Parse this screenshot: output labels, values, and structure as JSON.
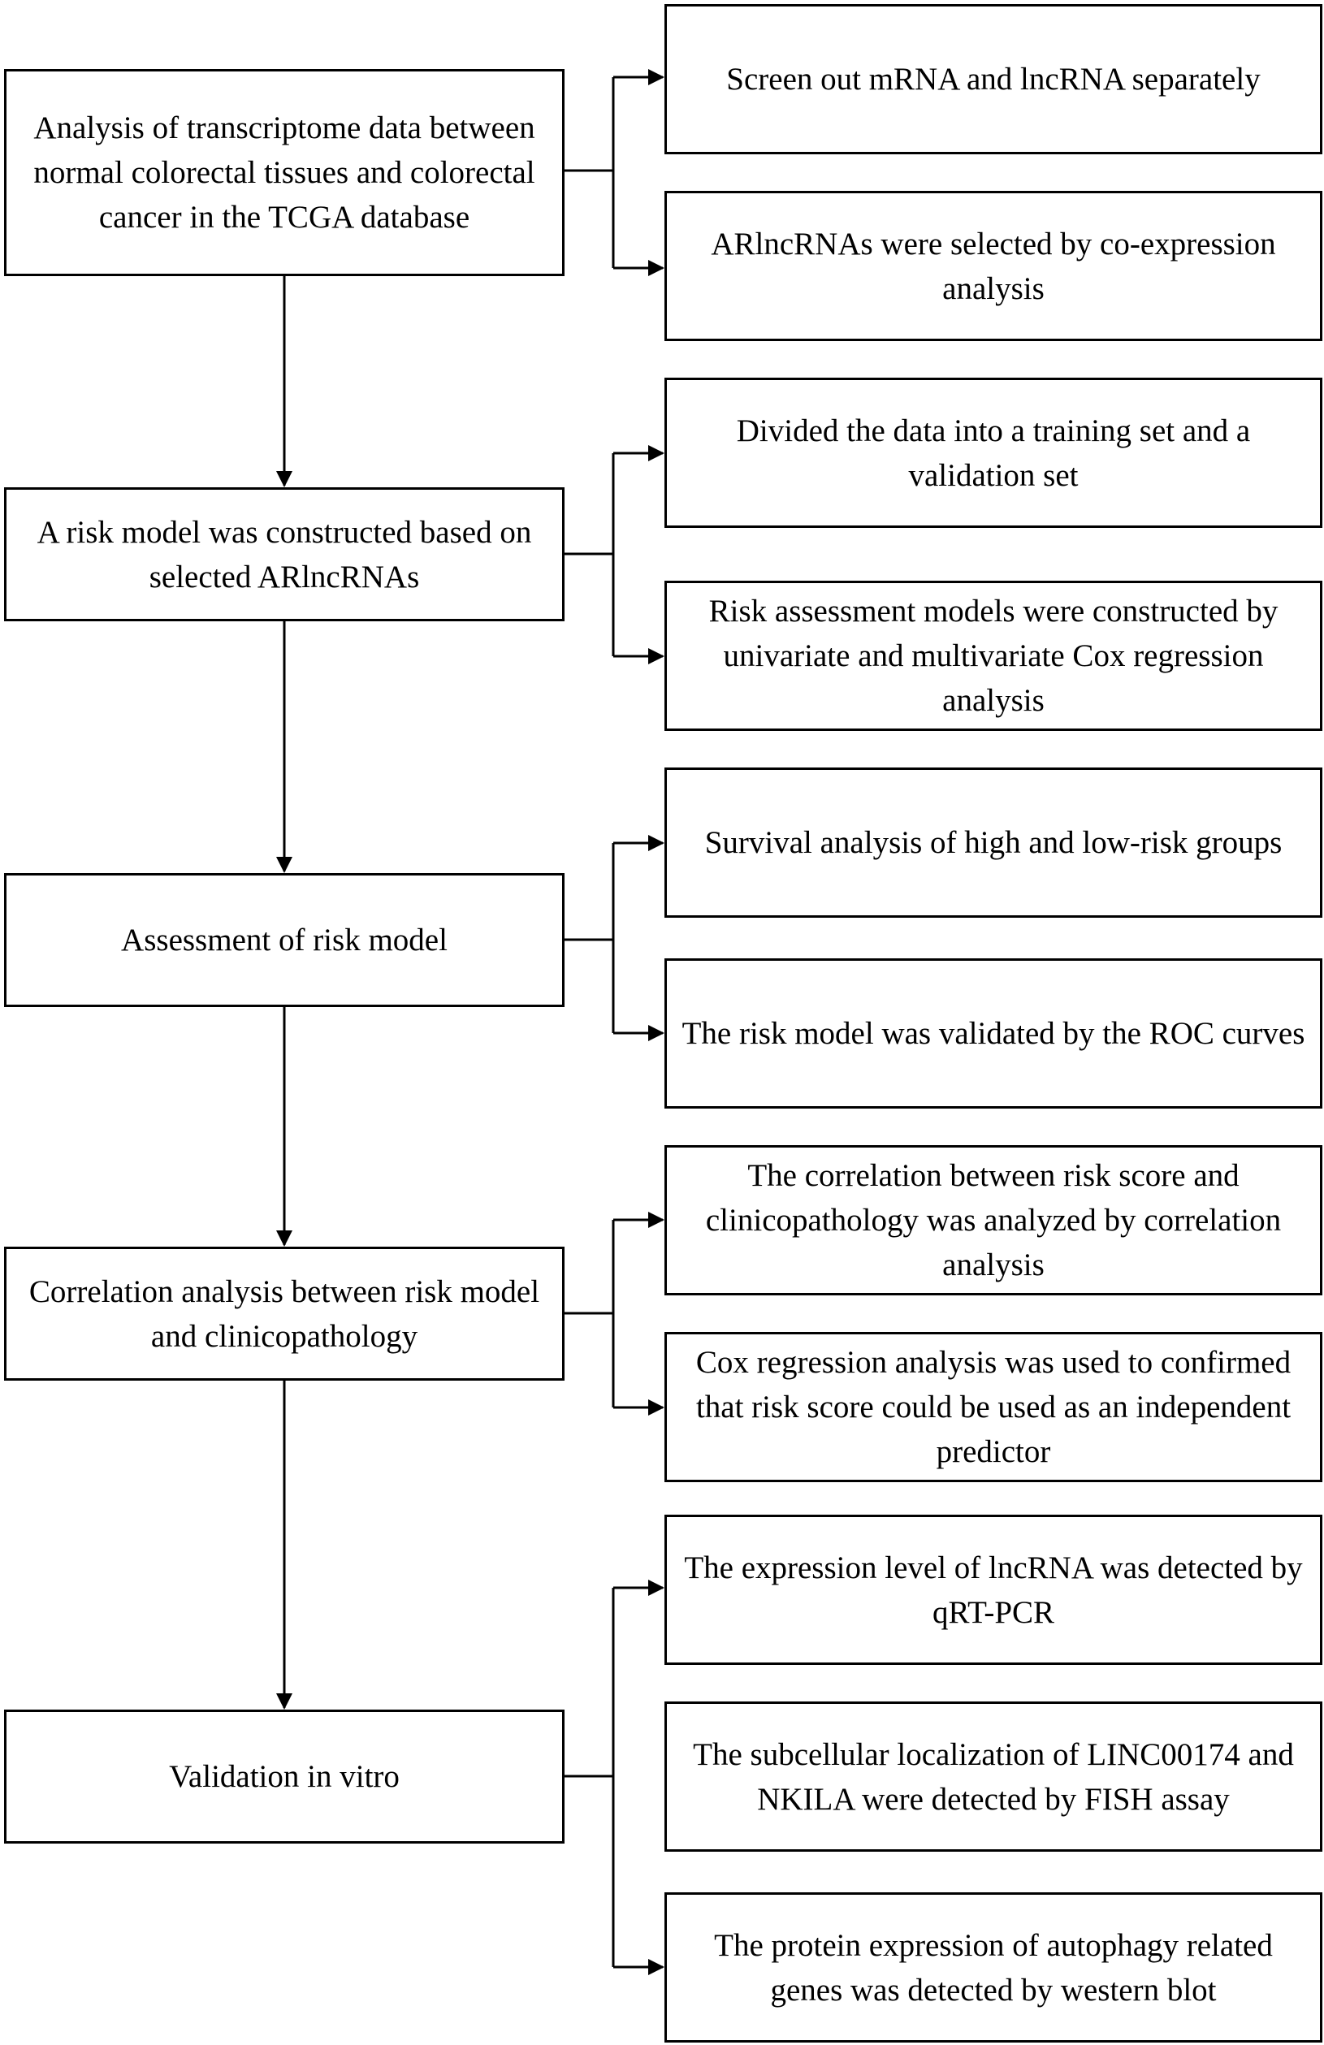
{
  "stages": [
    {
      "id": "data",
      "label": "Analysis of transcriptome data between normal colorectal tissues and colorectal cancer in the TCGA database",
      "details": [
        "Screen out mRNA and lncRNA separately",
        "ARlncRNAs were selected by co-expression analysis"
      ]
    },
    {
      "id": "model",
      "label": "A risk model was constructed based on selected ARlncRNAs",
      "details": [
        "Divided the data into a training set and a validation set",
        "Risk assessment models were constructed by univariate and multivariate Cox regression analysis"
      ]
    },
    {
      "id": "assessment",
      "label": "Assessment of risk model",
      "details": [
        "Survival analysis of high  and low-risk groups",
        "The risk model was validated by the ROC curves"
      ]
    },
    {
      "id": "correlation",
      "label": "Correlation analysis between risk model and clinicopathology",
      "details": [
        "The correlation between risk score and clinicopathology was analyzed by correlation analysis",
        "Cox regression analysis was used to confirmed that risk score could be used as an independent predictor"
      ]
    },
    {
      "id": "validation",
      "label": "Validation in vitro",
      "details": [
        "The expression level of lncRNA was detected by qRT-PCR",
        "The subcellular localization of LINC00174 and NKILA were detected by FISH assay",
        "The protein expression of autophagy related genes was detected by western blot"
      ]
    }
  ],
  "colors": {
    "line": "#000000",
    "box_border": "#000000",
    "background": "#ffffff",
    "text": "#000000"
  }
}
